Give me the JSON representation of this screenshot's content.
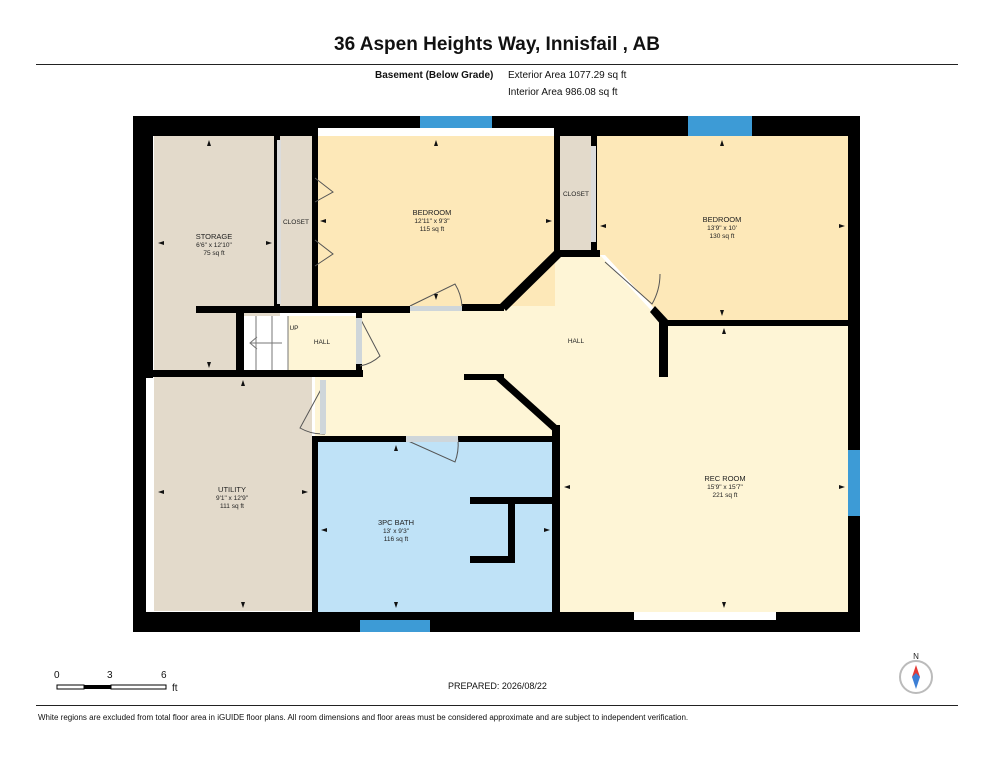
{
  "header": {
    "title": "36 Aspen Heights Way, Innisfail , AB",
    "floor_label": "Basement (Below Grade)",
    "exterior_area": "Exterior Area 1077.29 sq ft",
    "interior_area": "Interior Area 986.08 sq ft"
  },
  "rooms": {
    "storage": {
      "name": "STORAGE",
      "dims": "6'6\" x 12'10\"",
      "area": "75 sq ft"
    },
    "closet_left": {
      "name": "CLOSET"
    },
    "bedroom_left": {
      "name": "BEDROOM",
      "dims": "12'11\" x 9'3\"",
      "area": "115 sq ft"
    },
    "closet_right": {
      "name": "CLOSET"
    },
    "bedroom_right": {
      "name": "BEDROOM",
      "dims": "13'9\" x 10'",
      "area": "130 sq ft"
    },
    "stair_label": "UP",
    "hall_small": {
      "name": "HALL"
    },
    "hall_main": {
      "name": "HALL"
    },
    "utility": {
      "name": "UTILITY",
      "dims": "9'1\" x 12'9\"",
      "area": "111 sq ft"
    },
    "bath": {
      "name": "3PC BATH",
      "dims": "13' x 9'3\"",
      "area": "116 sq ft"
    },
    "rec_room": {
      "name": "REC ROOM",
      "dims": "15'9\" x 15'7\"",
      "area": "221 sq ft"
    }
  },
  "colors": {
    "storage": "#e3dacb",
    "bedroom": "#fde8b8",
    "hall": "#fef5d6",
    "bath": "#bfe2f7",
    "window": "#3d9bd6",
    "wall": "#000000"
  },
  "scale": {
    "labels": [
      "0",
      "3",
      "6"
    ],
    "unit": "ft"
  },
  "compass": {
    "label": "N"
  },
  "prepared": "PREPARED: 2026/08/22",
  "footer": "White regions are excluded from total floor area in iGUIDE floor plans. All room dimensions and floor areas must be considered approximate and are subject to independent verification."
}
